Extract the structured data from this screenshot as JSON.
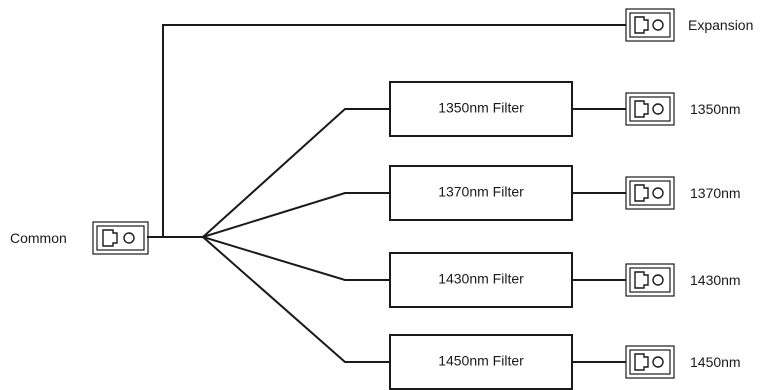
{
  "diagram": {
    "common_label": "Common",
    "expansion_label": "Expansion",
    "channels": [
      {
        "filter_label": "1350nm Filter",
        "port_label": "1350nm"
      },
      {
        "filter_label": "1370nm Filter",
        "port_label": "1370nm"
      },
      {
        "filter_label": "1430nm Filter",
        "port_label": "1430nm"
      },
      {
        "filter_label": "1450nm Filter",
        "port_label": "1450nm"
      }
    ],
    "icons": {
      "connector": "fiber-connector-icon"
    },
    "colors": {
      "line": "#1a1a1a",
      "background": "#ffffff"
    }
  }
}
